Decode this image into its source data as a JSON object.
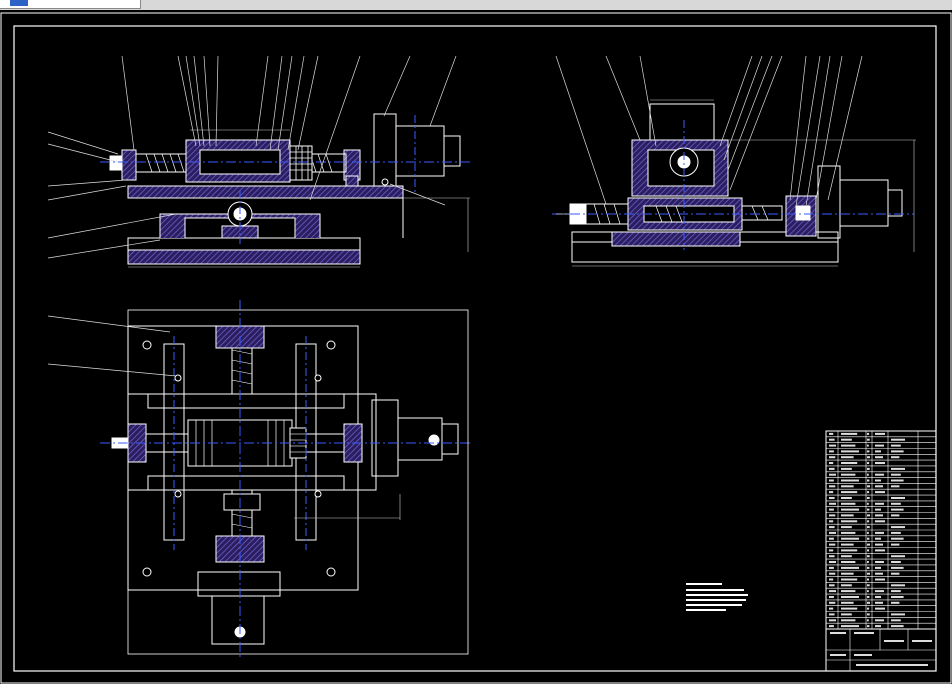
{
  "window": {
    "tab_icon": "drawing-file-icon"
  },
  "colors": {
    "background": "#000000",
    "line": "#ffffff",
    "centerline": "#3a5bff",
    "section_hatch": "#6b52c9",
    "dimension": "#dddddd",
    "ui_bar": "#d8d8d8"
  },
  "drawing": {
    "views": [
      "front-view",
      "side-view",
      "top-view"
    ],
    "title_block": {
      "rows": 34
    }
  }
}
